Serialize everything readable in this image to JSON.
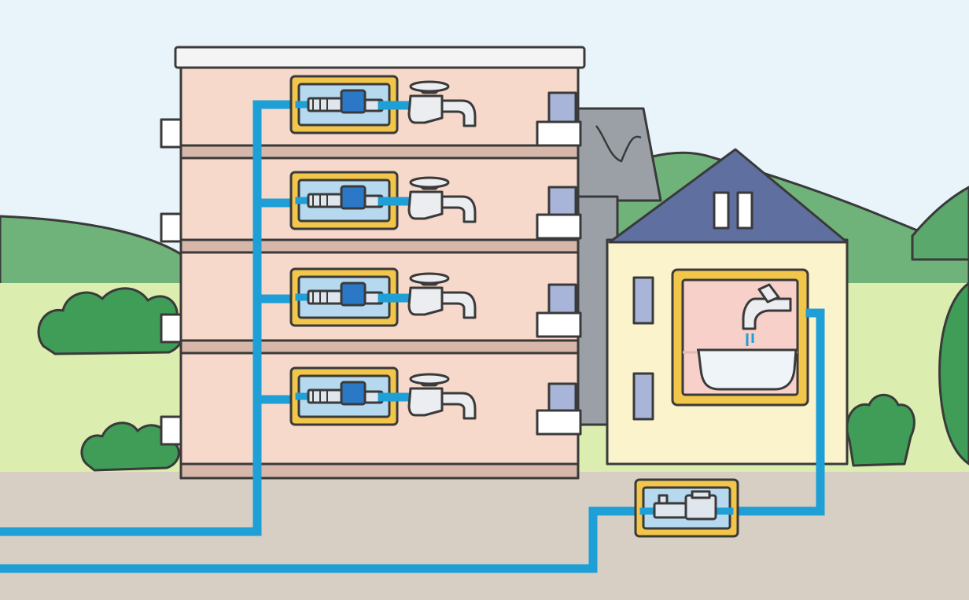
{
  "colors": {
    "sky": "#e8f4f9",
    "mountain_far": "#6fb37b",
    "mountain_near": "#5aa86b",
    "grass": "#dcedb0",
    "ground": "#d8cfc4",
    "bush": "#3f9d57",
    "apartment_wall": "#f7d9cc",
    "apartment_roof": "#f4f4f4",
    "house_wall": "#fbf3cc",
    "house_roof": "#5f6f9f",
    "back_building": "#9aa0a6",
    "window": "#a9b5d8",
    "frame_gold": "#f1c64a",
    "box_inner": "#b6d9ef",
    "pipe": "#1e9fd6",
    "meter": "#2b78c7",
    "faucet": "#ebedf0",
    "bath_room": "#f6d0c9",
    "bathtub": "#eef4f8"
  },
  "icons": [
    "hill-left",
    "hill-right",
    "apartment-building",
    "house",
    "water-meter-box",
    "faucet",
    "bathtub",
    "pipe"
  ]
}
